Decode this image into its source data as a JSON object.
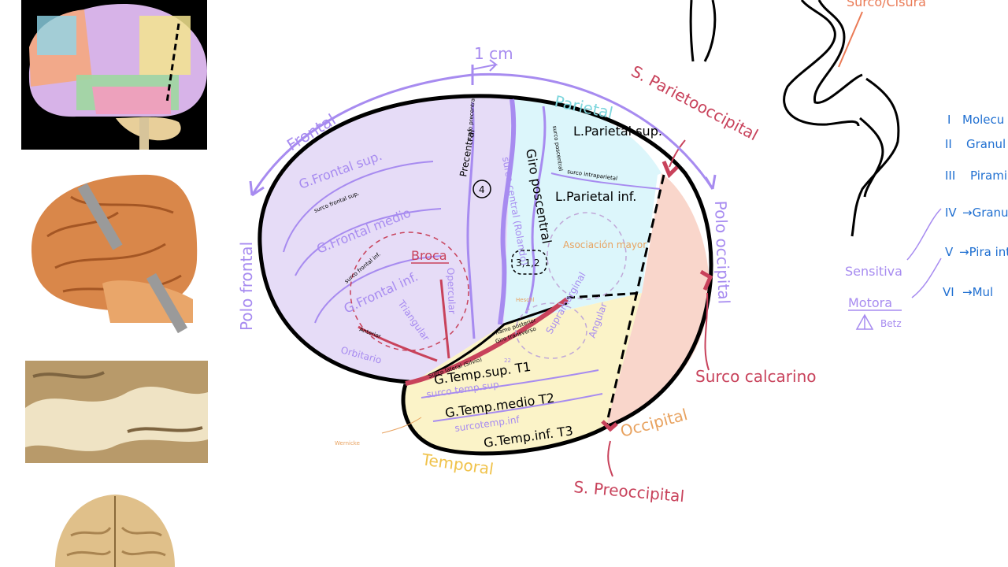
{
  "diagram": {
    "scale": "1 cm",
    "poles": {
      "frontal": "Polo frontal",
      "occipital": "Polo occipital"
    },
    "lobes": {
      "frontal": "Frontal",
      "parietal": "Parietal",
      "temporal": "Temporal",
      "occipital": "Occipital"
    },
    "sulci": {
      "parieto_occipital": "S. Parietooccipital",
      "calcarino": "Surco calcarino",
      "preoccipital": "S. Preoccipital",
      "frontal_sup": "surco frontal sup.",
      "frontal_inf": "surco frontal inf.",
      "precentral": "surco precentral",
      "central": "surco central (Rolando)",
      "postcentral": "surco poscentral",
      "intraparietal": "surco intraparietal",
      "lateral": "Surco lateral (Silvio)",
      "temp_sup": "surco temp.sup",
      "temp_inf": "surcotemp.inf",
      "ramo_posterior": "Ramo posterior",
      "ramo_anterior": "Anterior"
    },
    "gyri": {
      "frontal_sup": "G.Frontal sup.",
      "frontal_medio": "G.Frontal medio",
      "frontal_inf": "G.Frontal inf.",
      "precentral": "Precentral",
      "postcentral": "Giro poscentral",
      "parietal_sup": "L.Parietal sup.",
      "parietal_inf": "L.Parietal inf.",
      "temp_sup": "G.Temp.sup. T1",
      "temp_medio": "G.Temp.medio T2",
      "temp_inf": "G.Temp.inf. T3",
      "opercular": "Opercular",
      "triangular": "Triangular",
      "orbitario": "Orbitario",
      "supramarginal": "Supramarginal",
      "angular": "Angular"
    },
    "areas": {
      "broca": "Broca",
      "area_4": "4",
      "area_312": "3,1,2",
      "area_22": "22",
      "asociacion": "Asociación mayor",
      "heschl": "Heschl",
      "wernicke": "Wernicke",
      "giro_transverso": "Giro transverso"
    }
  },
  "cortex_layers": {
    "title": "Surco/Cisura",
    "layers": [
      {
        "numeral": "I",
        "name": "Molecu"
      },
      {
        "numeral": "II",
        "name": "Granul externa"
      },
      {
        "numeral": "III",
        "name": "Pirami externa"
      },
      {
        "numeral": "IV",
        "name": "→Granu inter"
      },
      {
        "numeral": "V",
        "name": "→Pira inter"
      },
      {
        "numeral": "VI",
        "name": "→Mul"
      }
    ],
    "labels": {
      "sensitiva": "Sensitiva",
      "motora": "Motora",
      "betz": "Betz"
    }
  },
  "colors": {
    "frontal": "#e6dcf7",
    "parietal": "#dcf6fb",
    "temporal": "#fbf3c8",
    "occipital": "#f9d6cb",
    "arrow": "#a78bf0",
    "sulcus_red": "#c8425b",
    "accent_orange": "#e8a25f",
    "layer_blue": "#1f6fd1"
  }
}
